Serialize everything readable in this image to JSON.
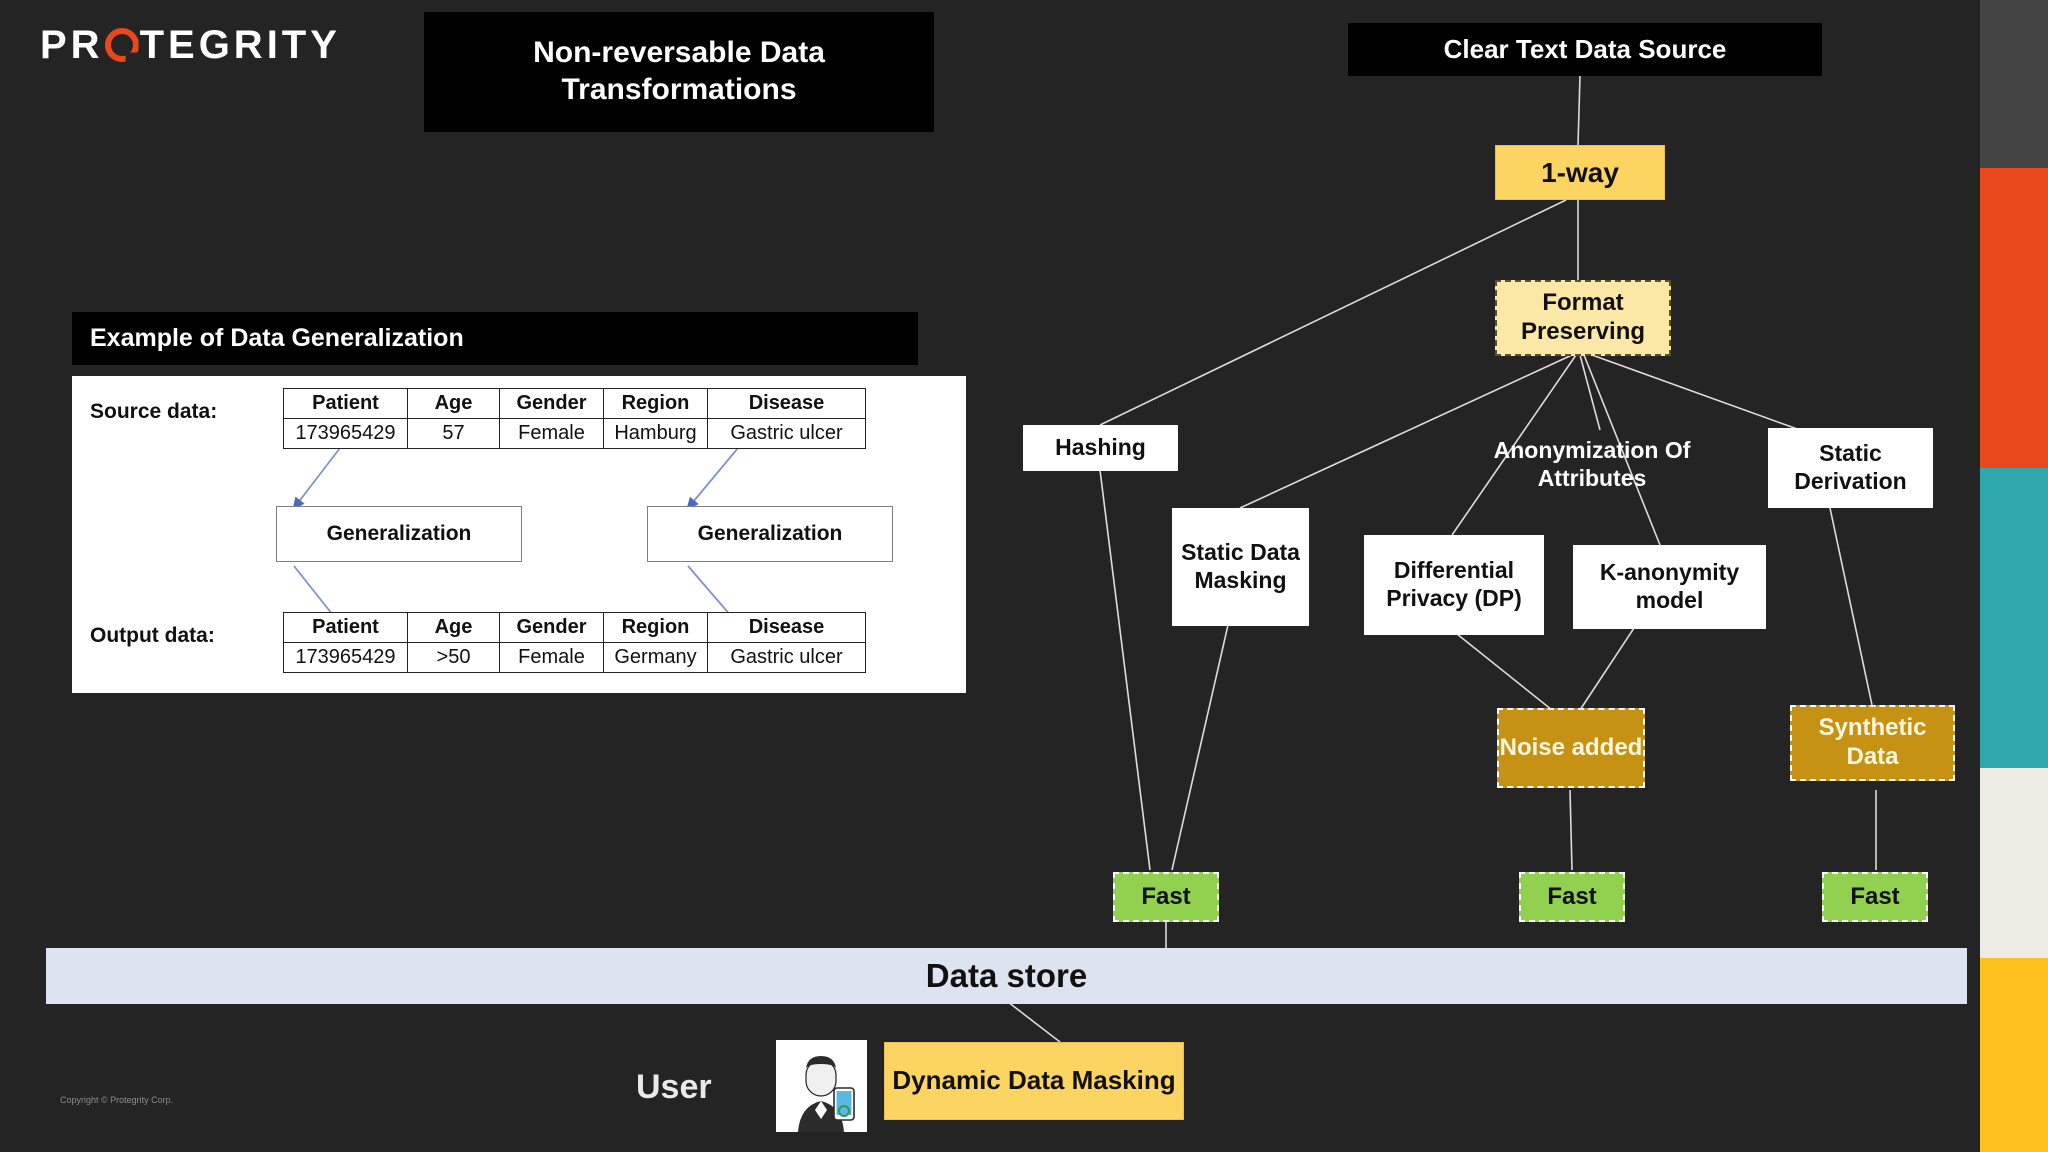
{
  "brand": {
    "name_before": "PR",
    "name_o": "O",
    "name_after": "TEGRITY"
  },
  "titles": {
    "main": "Non-reversable Data Transformations",
    "clear_text_source": "Clear Text Data Source",
    "generalization_example": "Example of Data Generalization"
  },
  "generalization": {
    "source_label": "Source data:",
    "output_label": "Output data:",
    "columns": [
      "Patient",
      "Age",
      "Gender",
      "Region",
      "Disease"
    ],
    "source_row": [
      "173965429",
      "57",
      "Female",
      "Hamburg",
      "Gastric ulcer"
    ],
    "output_row": [
      "173965429",
      ">50",
      "Female",
      "Germany",
      "Gastric ulcer"
    ],
    "transform_label_left": "Generalization",
    "transform_label_right": "Generalization"
  },
  "flow": {
    "one_way": "1-way",
    "format_preserving": "Format Preserving",
    "hashing": "Hashing",
    "static_data_masking": "Static Data Masking",
    "anonymization_of_attributes": "Anonymization Of Attributes",
    "differential_privacy": "Differential Privacy (DP)",
    "k_anonymity": "K-anonymity model",
    "static_derivation": "Static Derivation",
    "noise_added": "Noise added",
    "synthetic_data": "Synthetic Data",
    "fast_1": "Fast",
    "fast_2": "Fast",
    "fast_3": "Fast"
  },
  "bottom": {
    "data_store": "Data store",
    "user": "User",
    "dynamic_data_masking": "Dynamic Data Masking",
    "copyright": "Copyright © Protegrity Corp."
  },
  "colors": {
    "background": "#242424",
    "banner": "#000000",
    "brand_orange": "#E8481C",
    "yellow_solid": "#FCD462",
    "yellow_light": "#FCE8A6",
    "gold": "#C69214",
    "green": "#92D050",
    "data_store": "#DDE3F0",
    "white_node": "#FFFFFF",
    "edge_strip": [
      "#444444",
      "#E8481C",
      "#2FA8AD",
      "#EDEBE1",
      "#FDC01C"
    ]
  }
}
